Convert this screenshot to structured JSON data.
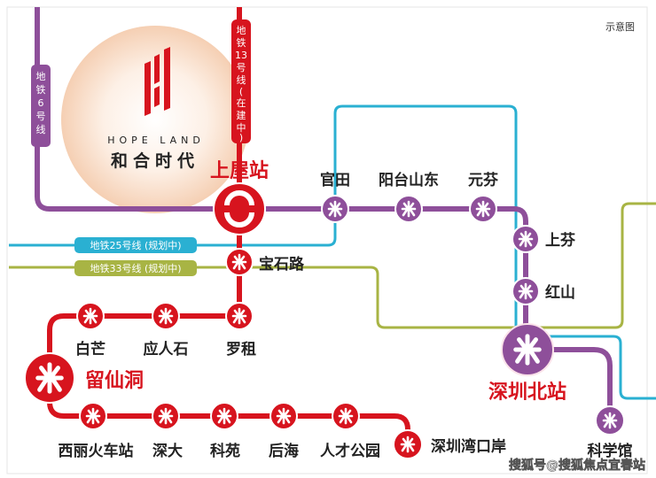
{
  "note": "示意图",
  "brand": {
    "en": "HOPE LAND",
    "cn": "和合时代"
  },
  "colors": {
    "line6": "#8e4f9a",
    "line13": "#d7141e",
    "line25": "#2ab0d2",
    "line33": "#a8b444"
  },
  "line_labels": {
    "line6": [
      "地",
      "铁",
      "6",
      "号",
      "线"
    ],
    "line13": [
      "地",
      "铁",
      "13",
      "号",
      "线",
      "(",
      "在",
      "建",
      "中",
      ")"
    ],
    "line25": "地铁25号线 (规划中)",
    "line33": "地铁33号线 (规划中)"
  },
  "stations": {
    "shangwu": "上屋站",
    "guantian": "官田",
    "yangtaishandong": "阳台山东",
    "yuanfen": "元芬",
    "shangfen": "上芬",
    "hongshan": "红山",
    "shenzhenbei": "深圳北站",
    "kexueguan": "科学馆",
    "baoshilu": "宝石路",
    "luozu": "罗租",
    "yingrenshi": "应人石",
    "baimang": "白芒",
    "liuxiandong": "留仙洞",
    "xilihuochezhan": "西丽火车站",
    "shenda": "深大",
    "keyuan": "科苑",
    "houhai": "后海",
    "rencaigongyuan": "人才公园",
    "shenzhenwankouan": "深圳湾口岸"
  },
  "watermark": "搜狐号@搜狐焦点宜春站"
}
